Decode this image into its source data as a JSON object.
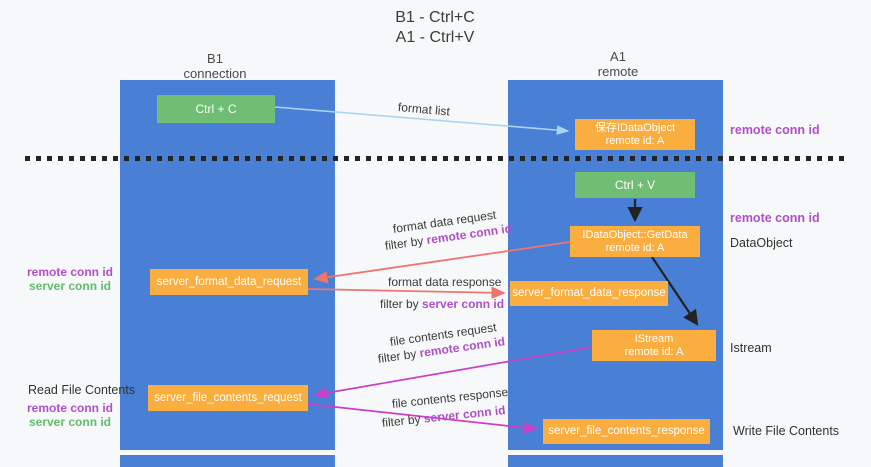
{
  "title": {
    "line1": "B1 - Ctrl+C",
    "line2": "A1 - Ctrl+V"
  },
  "lanes": {
    "left": {
      "title": "B1",
      "subtitle": "connection"
    },
    "right": {
      "title": "A1",
      "subtitle": "remote"
    }
  },
  "nodes": {
    "ctrl_c": "Ctrl + C",
    "ctrl_v": "Ctrl + V",
    "save_idataobject": "保存IDataObject",
    "getdata": "IDataObject::GetData",
    "istream": "IStream",
    "remote_id_a": "remote id: A",
    "server_format_data_request": "server_format_data_request",
    "server_format_data_response": "server_format_data_response",
    "server_file_contents_request": "server_file_contents_request",
    "server_file_contents_response": "server_file_contents_response"
  },
  "labels": {
    "remote_conn_id": "remote conn id",
    "server_conn_id": "server conn id",
    "dataobject": "DataObject",
    "istream": "Istream",
    "read_file_contents": "Read File Contents",
    "write_file_contents": "Write File Contents",
    "format_list": "format list",
    "format_data_request": "format data request",
    "format_data_response": "format data response",
    "file_contents_request": "file contents request",
    "file_contents_response": "file contents response",
    "filter_by": "filter by"
  },
  "colors": {
    "lane_blue": "#4a7fd6",
    "box_orange": "#f9ae3f",
    "box_green": "#6fbe73",
    "arrow_light_blue": "#a9d5f2",
    "arrow_salmon": "#ef756e",
    "arrow_magenta": "#cb3fc4",
    "arrow_black": "#222222",
    "text_purple": "#b050c8",
    "text_green": "#61bd6d"
  }
}
